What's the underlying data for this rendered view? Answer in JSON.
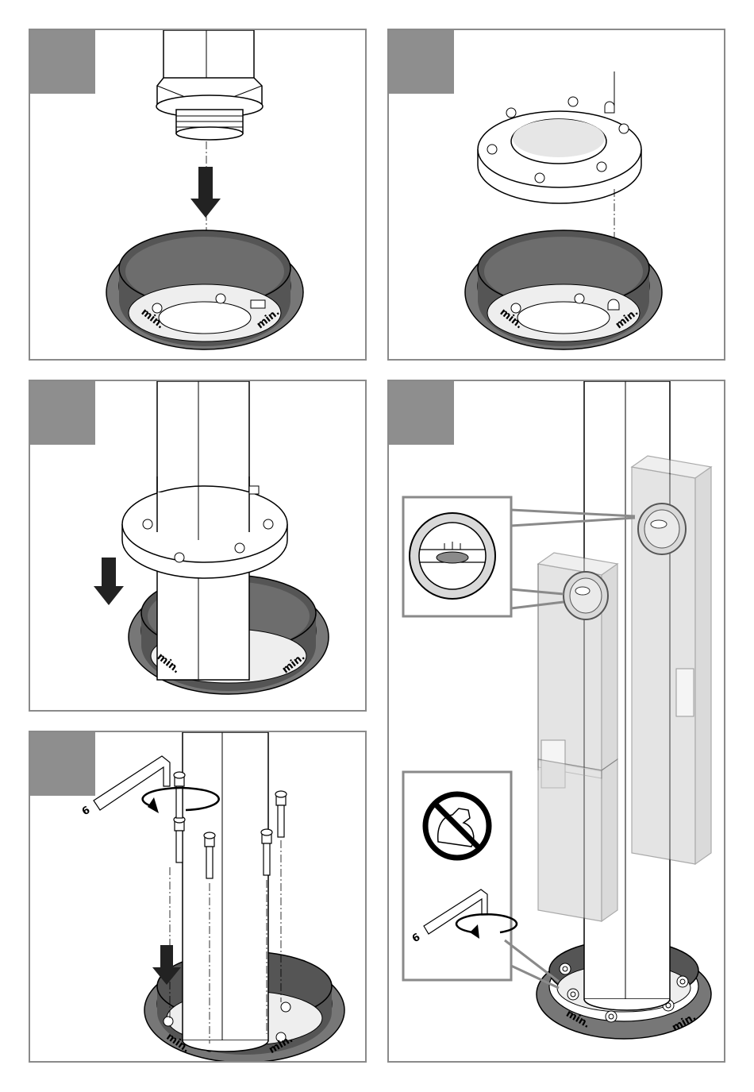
{
  "engraving": "min.",
  "tool_size": "6",
  "panels": [
    {
      "id": "panel-1"
    },
    {
      "id": "panel-2"
    },
    {
      "id": "panel-3"
    },
    {
      "id": "panel-4"
    },
    {
      "id": "panel-5"
    }
  ],
  "colors": {
    "frame": "#8a8a8a",
    "tab": "#8e8e8e",
    "collar": "#6b6b6b",
    "level_glass": "#d9d9d9"
  }
}
